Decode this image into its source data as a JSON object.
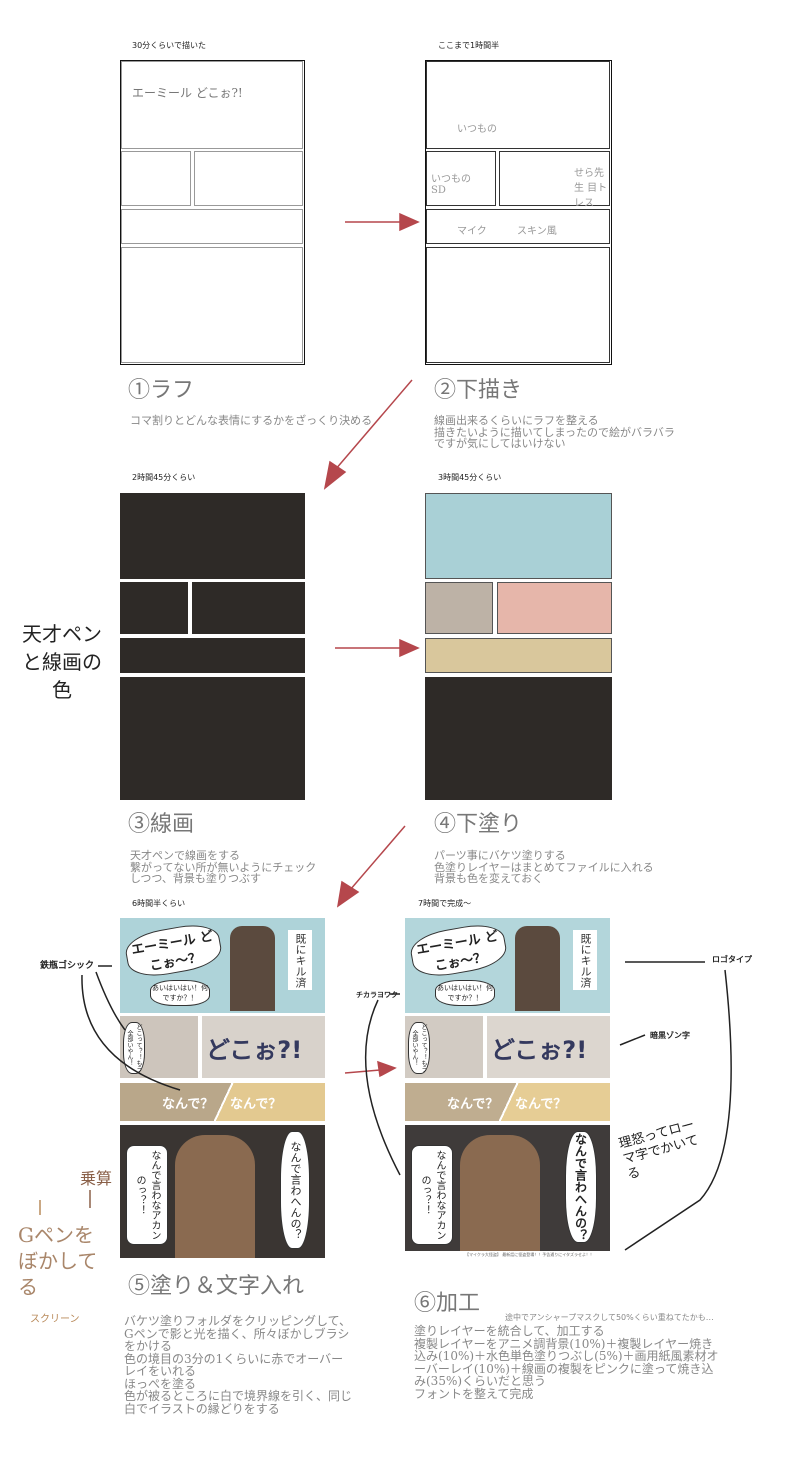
{
  "steps": [
    {
      "caption": "30分くらいで描いた",
      "title": "①ラフ",
      "description": "コマ割りとどんな表情にするかをざっくり決める"
    },
    {
      "caption": "ここまで1時間半",
      "title": "②下描き",
      "description": "線画出来るくらいにラフを整える\n描きたいように描いてしまったので絵がバラバラ\nですが気にしてはいけない"
    },
    {
      "caption": "2時間45分くらい",
      "title": "③線画",
      "description": "天才ペンで線画をする\n繋がってない所が無いようにチェック\nしつつ、背景も塗りつぶす"
    },
    {
      "caption": "3時間45分くらい",
      "title": "④下塗り",
      "description": "パーツ事にバケツ塗りする\n色塗りレイヤーはまとめてファイルに入れる\n背景も色を変えておく"
    },
    {
      "caption": "6時間半くらい",
      "title": "⑤塗り＆文字入れ",
      "description": "バケツ塗りフォルダをクリッピングして、\nGペンで影と光を描く、所々ぼかしブラシ\nをかける\n色の境目の3分の1くらいに赤でオーバー\nレイをいれる\nほっぺを塗る\n色が被るところに白で境界線を引く、同じ\n白でイラストの縁どりをする"
    },
    {
      "caption": "7時間で完成～",
      "title": "⑥加工",
      "subnote": "途中でアンシャープマスクして50%くらい重ねてたかも…",
      "description": "塗りレイヤーを統合して、加工する\n複製レイヤーをアニメ調背景(10%)＋複製レイヤー焼き\n込み(10%)＋水色単色塗りつぶし(5%)＋画用紙風素材オ\nーバーレイ(10%)＋線画の複製をピンクに塗って焼き込\nみ(35%)くらいだと思う\nフォントを整えて完成"
    }
  ],
  "rough_sketch_text": {
    "shout": "エーミール どこぉ?!"
  },
  "draft_notes": [
    "いつもの",
    "いつもの SD",
    "せら先生 目トレス",
    "マイク",
    "スキン風"
  ],
  "handwritten_notes": {
    "lineart_color": "天才ペンと線画の色",
    "multiply": "乗算",
    "gpen_blur": "Gペンをぼかしてる",
    "screen": "スクリーン",
    "romaji": "理怒ってローマ字でかいてる"
  },
  "font_labels": {
    "tetsubin": "鉄瓶ゴシック",
    "chikara": "チカラヨワク",
    "logotype": "ロゴタイプ",
    "ankoku": "暗黒ゾン字"
  },
  "comic_text": {
    "emile": "エーミール どこぉ～？",
    "killed": "既にキル済",
    "hai": "あいはいはい！何ですか？！",
    "doko_small": "どこって？！もう全部いやん！",
    "doko_big": "どこぉ?!",
    "nande1": "なんで？",
    "nande2": "なんで？",
    "iwahen": "なんで言わへんの？",
    "akan": "なんで言わなアカンのっ？！",
    "credit": "【マイクラ大怪盗】 最新話に怪盗登場！！予告通りにイタズラせよ！！"
  },
  "colors": {
    "arrow": "#b5474c",
    "sky": "#a9d0d6",
    "lineart_bg": "#2e2a27",
    "pink": "#e6b6aa",
    "tan": "#d9c79c"
  }
}
